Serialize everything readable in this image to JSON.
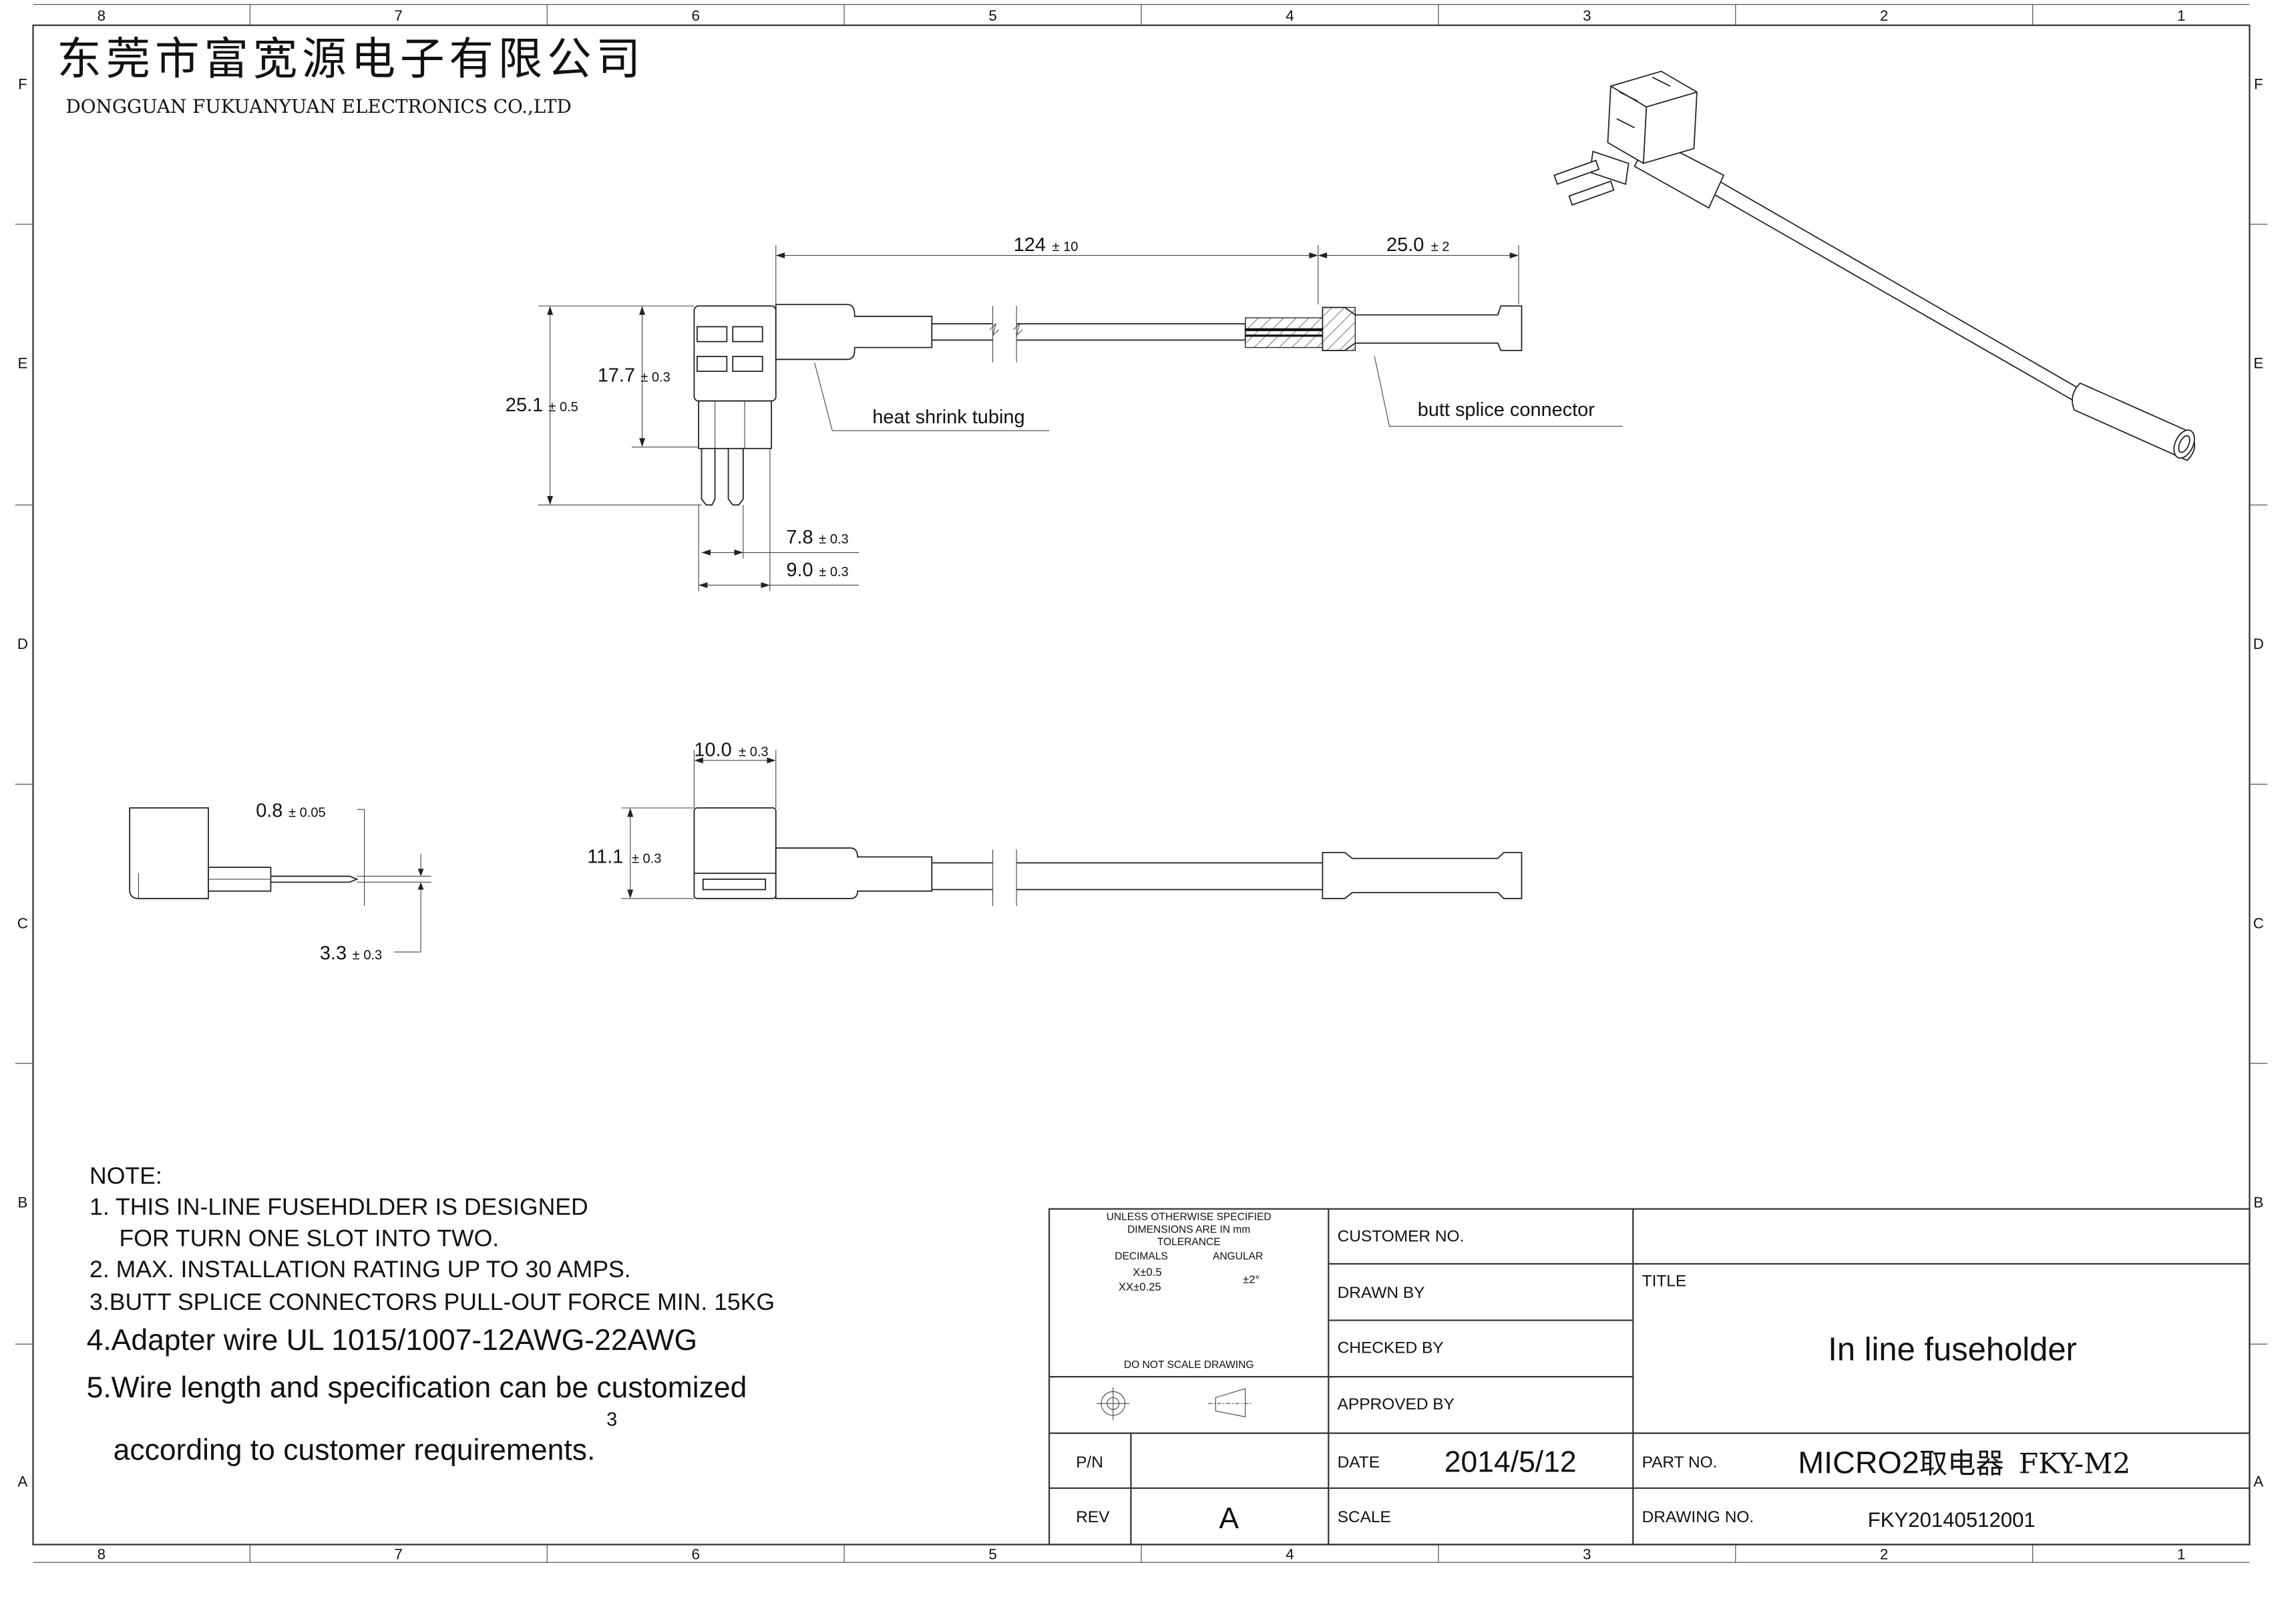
{
  "header": {
    "company_cn": "东莞市富宽源电子有限公司",
    "company_en": "DONGGUAN FUKUANYUAN ELECTRONICS CO.,LTD"
  },
  "grid": {
    "columns": [
      "8",
      "7",
      "6",
      "5",
      "4",
      "3",
      "2",
      "1"
    ],
    "rows": [
      "F",
      "E",
      "D",
      "C",
      "B",
      "A"
    ]
  },
  "dimensions": {
    "wire_length": {
      "value": "124",
      "tol": "± 10"
    },
    "splice_length": {
      "value": "25.0",
      "tol": "± 2"
    },
    "block_height": {
      "value": "17.7",
      "tol": "± 0.3"
    },
    "total_height": {
      "value": "25.1",
      "tol": "± 0.5"
    },
    "pin_spacing": {
      "value": "7.8",
      "tol": "± 0.3"
    },
    "pin_width": {
      "value": "9.0",
      "tol": "± 0.3"
    },
    "block_width": {
      "value": "10.0",
      "tol": "± 0.3"
    },
    "block_depth": {
      "value": "11.1",
      "tol": "± 0.3"
    },
    "pin_thickness": {
      "value": "0.8",
      "tol": "± 0.05"
    },
    "side_offset": {
      "value": "3.3",
      "tol": "± 0.3"
    }
  },
  "callouts": {
    "heat_shrink": "heat shrink tubing",
    "butt_splice": "butt splice connector"
  },
  "notes": {
    "heading": "NOTE:",
    "lines": [
      "1. THIS IN-LINE FUSEHDLDER IS DESIGNED",
      "FOR TURN ONE SLOT INTO TWO.",
      "2. MAX. INSTALLATION RATING UP TO  30 AMPS.",
      "3.BUTT SPLICE CONNECTORS PULL-OUT FORCE MIN. 15KG",
      "4.Adapter wire UL 1015/1007-12AWG-22AWG",
      "5.Wire length and specification can be customized",
      "according to customer requirements."
    ],
    "stray_mark": "3"
  },
  "title_block": {
    "tolerance": {
      "line1": "UNLESS OTHERWISE SPECIFIED",
      "line2": "DIMENSIONS ARE IN mm",
      "line3": "TOLERANCE",
      "decimals_label": "DECIMALS",
      "angular_label": "ANGULAR",
      "x_tol": "X±0.5",
      "xx_tol": "XX±0.25",
      "angular_tol": "±2°",
      "no_scale": "DO NOT SCALE DRAWING"
    },
    "customer_no_label": "CUSTOMER NO.",
    "drawn_by_label": "DRAWN BY",
    "checked_by_label": "CHECKED BY",
    "approved_by_label": "APPROVED BY",
    "pn_label": "P/N",
    "rev_label": "REV",
    "rev_value": "A",
    "date_label": "DATE",
    "date_value": "2014/5/12",
    "scale_label": "SCALE",
    "title_label": "TITLE",
    "title_value": "In line fuseholder",
    "part_no_label": "PART NO.",
    "part_no_value_latin": "MICRO2",
    "part_no_value_cn": "取电器",
    "part_no_value_code": "FKY-M2",
    "drawing_no_label": "DRAWING NO.",
    "drawing_no_value": "FKY20140512001"
  }
}
